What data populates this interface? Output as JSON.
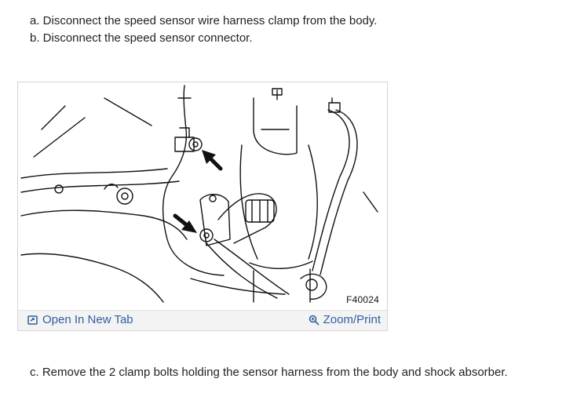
{
  "steps": {
    "a": "a. Disconnect the speed sensor wire harness clamp from the body.",
    "b": "b. Disconnect the speed sensor connector.",
    "c": "c. Remove the 2 clamp bolts holding the sensor harness from the body and shock absorber."
  },
  "figure": {
    "code": "F40024",
    "toolbar": {
      "open_label": "Open In New Tab",
      "open_icon": "open-new-tab-icon",
      "zoom_label": "Zoom/Print",
      "zoom_icon": "magnifier-icon"
    }
  },
  "colors": {
    "link": "#2f5fa0",
    "text": "#222222",
    "toolbar_bg": "#f3f3f3"
  }
}
